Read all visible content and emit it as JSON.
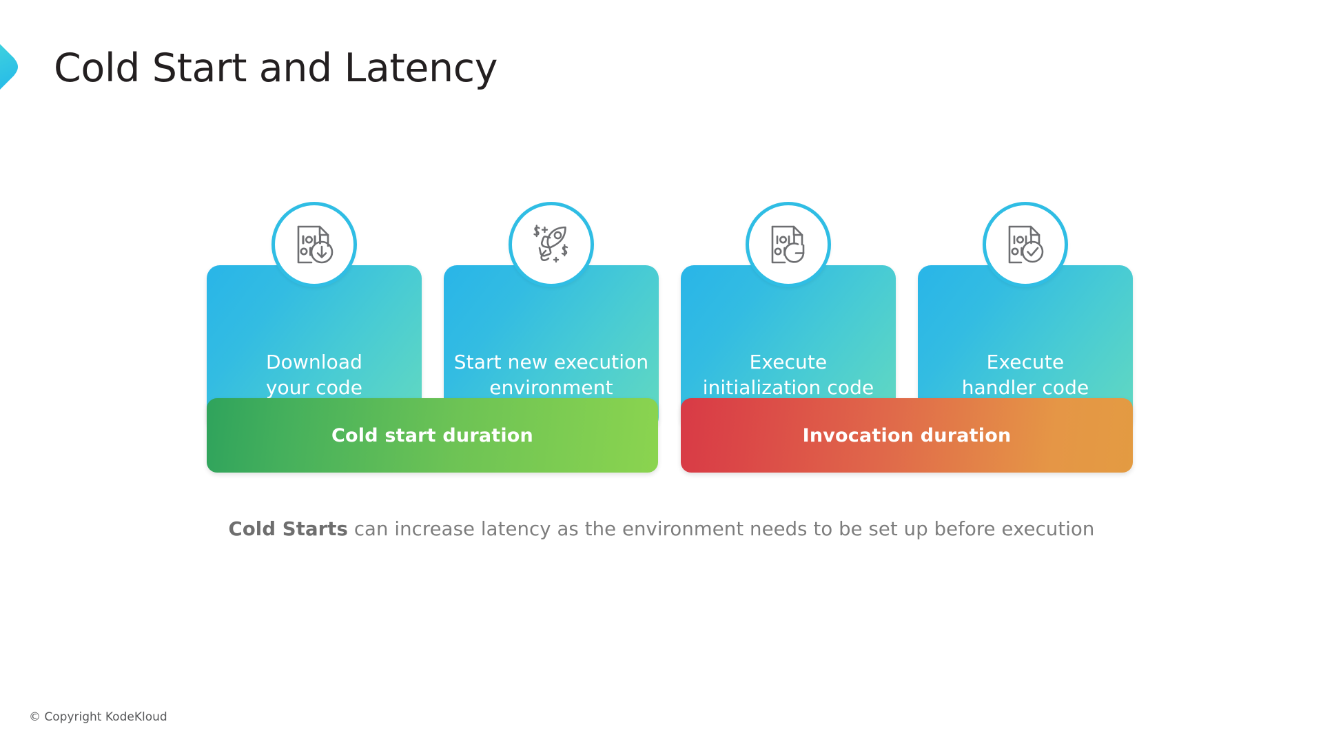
{
  "slide": {
    "title": "Cold Start and Latency",
    "accent_color": "#2FBDE4",
    "background": "#FFFFFF"
  },
  "logo": {
    "name": "kodekloud-chevron-logo",
    "color_start": "#4FE0D2",
    "color_end": "#29B5E8"
  },
  "steps": [
    {
      "label": "Download\nyour code",
      "icon": "binary-file-download-icon",
      "gradient_start": "#29B5E8",
      "gradient_end": "#63D9C0"
    },
    {
      "label": "Start new execution\nenvironment",
      "icon": "rocket-dollar-icon",
      "gradient_start": "#29B5E8",
      "gradient_end": "#63D9C0"
    },
    {
      "label": "Execute\ninitialization code",
      "icon": "binary-file-refresh-icon",
      "gradient_start": "#29B5E8",
      "gradient_end": "#63D9C0"
    },
    {
      "label": "Execute\nhandler code",
      "icon": "binary-file-check-icon",
      "gradient_start": "#29B5E8",
      "gradient_end": "#63D9C0"
    }
  ],
  "durations": [
    {
      "label": "Cold start duration",
      "gradient_start": "#2FA35C",
      "gradient_end": "#8BD44F",
      "spans_steps": [
        1,
        2
      ]
    },
    {
      "label": "Invocation duration",
      "gradient_start": "#D83A46",
      "gradient_end": "#E39B42",
      "spans_steps": [
        3,
        4
      ]
    }
  ],
  "caption": {
    "bold_prefix": "Cold Starts",
    "rest": " can increase latency as the environment needs to be set up before execution"
  },
  "footer": {
    "copyright": "© Copyright KodeKloud"
  }
}
